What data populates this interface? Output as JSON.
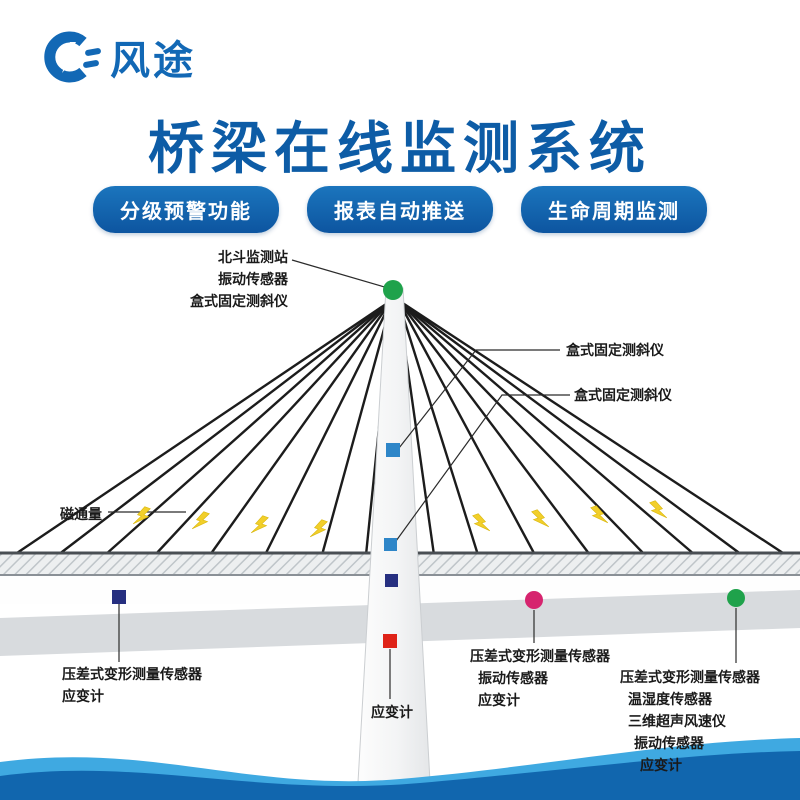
{
  "colors": {
    "brand_blue": "#1268B5",
    "title_blue": "#0D5CA6",
    "badge_blue_top": "#1B75BD",
    "badge_blue_bottom": "#0D55A0",
    "label_text": "#1A1A1A",
    "cable_black": "#1C1C1C",
    "leader_line": "#2B2B2B",
    "sensor_green": "#1FA24B",
    "sensor_blue": "#2E86C8",
    "sensor_navy": "#262F80",
    "sensor_red": "#DF2318",
    "sensor_pink": "#D6246E",
    "bolt_yellow": "#F2CF2A",
    "wave_light": "#3FA9E1",
    "wave_dark": "#1166AE"
  },
  "header": {
    "brand": "风途",
    "title": "桥梁在线监测系统",
    "badges": [
      "分级预警功能",
      "报表自动推送",
      "生命周期监测"
    ]
  },
  "diagram": {
    "top_label": [
      "北斗监测站",
      "振动传感器",
      "盒式固定测斜仪"
    ],
    "tilt_label_upper": "盒式固定测斜仪",
    "tilt_label_lower": "盒式固定测斜仪",
    "magnetic_flux_label": "磁通量",
    "bottom_left_label": [
      "压差式变形测量传感器",
      "应变计"
    ],
    "bottom_center_label": "应变计",
    "bottom_mid_label": [
      "压差式变形测量传感器",
      "振动传感器",
      "应变计"
    ],
    "bottom_right_label": [
      "压差式变形测量传感器",
      "温湿度传感器",
      "三维超声风速仪",
      "振动传感器",
      "应变计"
    ]
  }
}
